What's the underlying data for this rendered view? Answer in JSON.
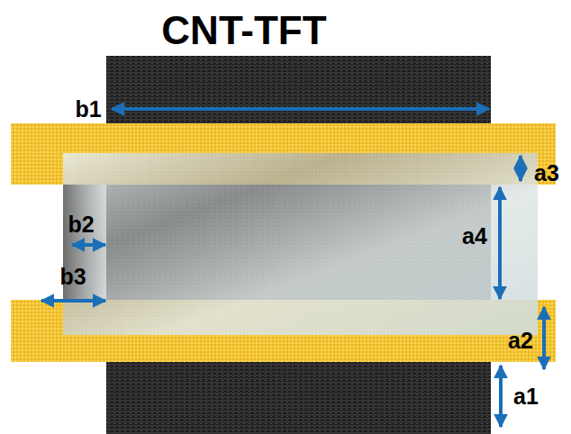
{
  "diagram": {
    "title": "CNT-TFT",
    "labels": [
      "b1",
      "a3",
      "a4",
      "a2",
      "a1",
      "b2",
      "b3"
    ]
  }
}
